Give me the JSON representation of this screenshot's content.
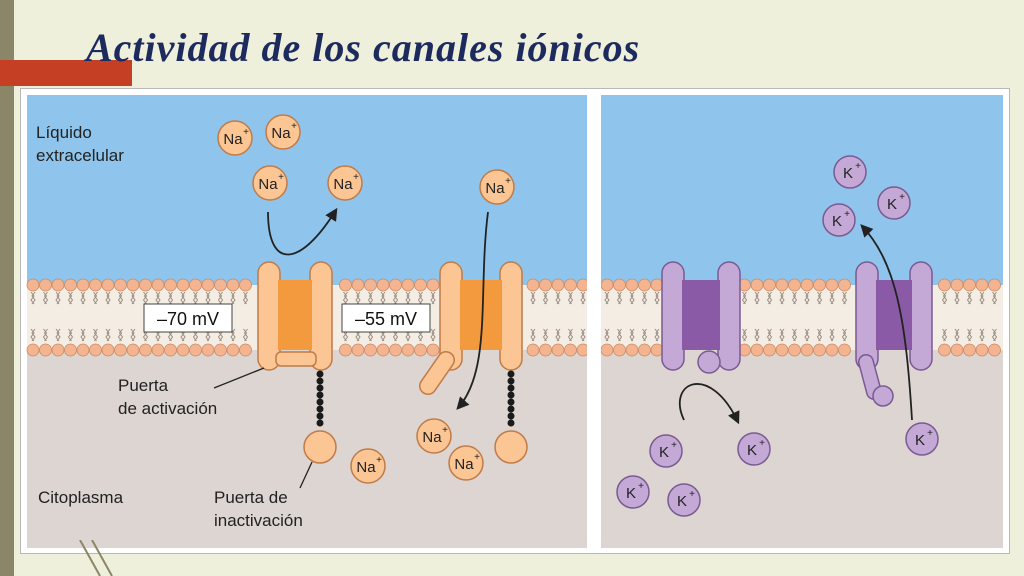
{
  "slide": {
    "title": "Actividad de los canales iónicos"
  },
  "diagram": {
    "labels": {
      "extracellular_line1": "Líquido",
      "extracellular_line2": "extracelular",
      "cytoplasm": "Citoplasma",
      "activation_gate_line1": "Puerta",
      "activation_gate_line2": "de activación",
      "inactivation_gate_line1": "Puerta de",
      "inactivation_gate_line2": "inactivación"
    },
    "voltages": {
      "resting": "–70 mV",
      "threshold": "–55 mV"
    },
    "ions": {
      "sodium_base": "Na",
      "potassium_base": "K",
      "charge": "+"
    },
    "colors": {
      "extracellular": "#8fc5ec",
      "cytoplasm": "#dcd5d1",
      "lipid_head": "#f5b490",
      "na_channel_inner": "#f39a3e",
      "na_channel_subunit": "#fbc594",
      "k_channel_inner": "#8b5aa6",
      "k_channel_subunit": "#c4a9d6",
      "title": "#1d2a5e"
    }
  }
}
